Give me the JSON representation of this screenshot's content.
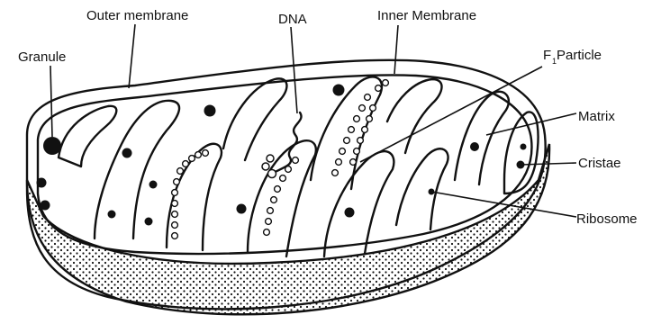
{
  "labels": {
    "outer_membrane": "Outer membrane",
    "dna": "DNA",
    "inner_membrane": "Inner Membrane",
    "granule": "Granule",
    "f1_particle_main": "F",
    "f1_particle_sub": "1",
    "f1_particle_rest": " Particle",
    "matrix": "Matrix",
    "cristae": "Cristae",
    "ribosome": "Ribosome"
  },
  "colors": {
    "ink": "#111111",
    "background": "#ffffff"
  }
}
